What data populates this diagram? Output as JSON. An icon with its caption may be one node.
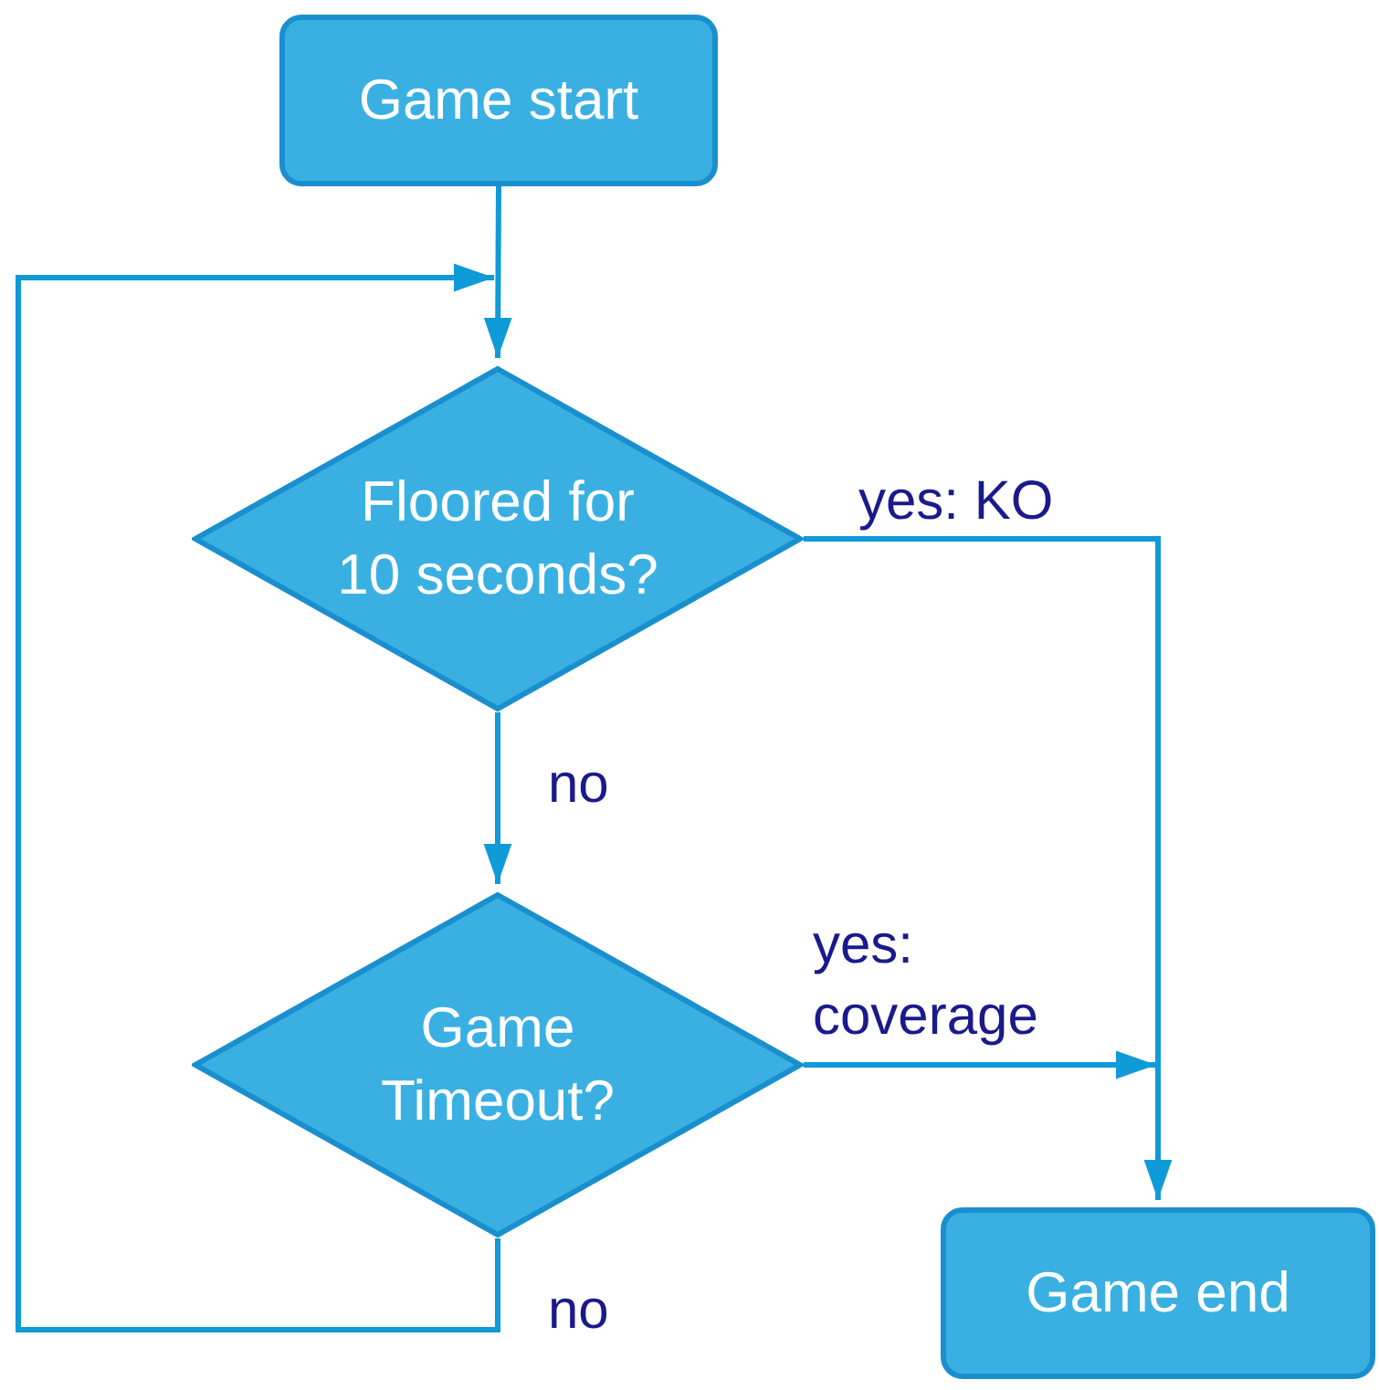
{
  "diagram": {
    "nodes": [
      {
        "text": [
          "Game start"
        ]
      },
      {
        "text": [
          "Floored for 10 seconds?"
        ]
      },
      {
        "text": [
          "Game Timeout?"
        ]
      },
      {
        "text": [
          "Game end"
        ]
      }
    ],
    "edges": [
      {
        "from": 0,
        "to": 1,
        "arrow": "to"
      },
      {
        "from": 1,
        "to": 2,
        "arrow": "to",
        "label": "no"
      },
      {
        "from": 1,
        "to": 3,
        "arrow": "to",
        "label": "yes: KO"
      },
      {
        "from": 2,
        "to": 3,
        "arrow": "to",
        "label": "yes: coverage"
      },
      {
        "from": 2,
        "to": 1,
        "arrow": "to",
        "label": "no"
      }
    ]
  }
}
